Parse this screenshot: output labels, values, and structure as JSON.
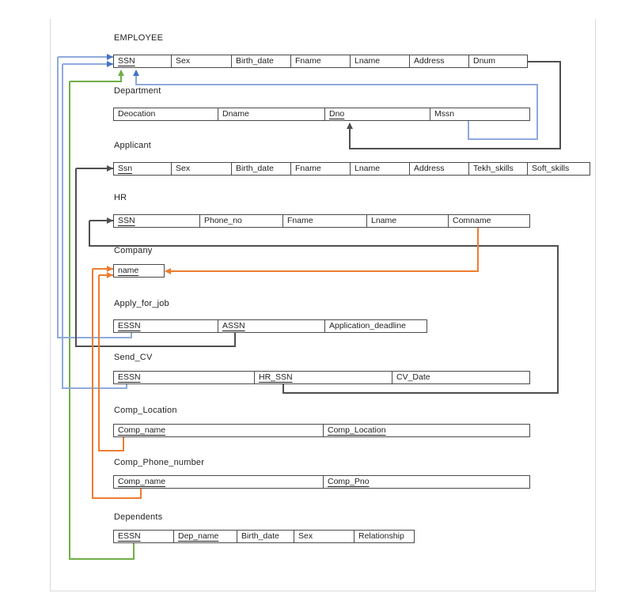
{
  "diagram": {
    "kind": "relational-schema-mapping",
    "tables": [
      {
        "id": "employee",
        "name": "EMPLOYEE",
        "columns": [
          {
            "label": "SSN",
            "key": true
          },
          {
            "label": "Sex",
            "key": false
          },
          {
            "label": "Birth_date",
            "key": false
          },
          {
            "label": "Fname",
            "key": false
          },
          {
            "label": "Lname",
            "key": false
          },
          {
            "label": "Address",
            "key": false
          },
          {
            "label": "Dnum",
            "key": false
          }
        ]
      },
      {
        "id": "department",
        "name": "Department",
        "columns": [
          {
            "label": "Deocation",
            "key": false
          },
          {
            "label": "Dname",
            "key": false
          },
          {
            "label": "Dno",
            "key": true
          },
          {
            "label": "Mssn",
            "key": false
          }
        ]
      },
      {
        "id": "applicant",
        "name": "Applicant",
        "columns": [
          {
            "label": "Ssn",
            "key": true
          },
          {
            "label": "Sex",
            "key": false
          },
          {
            "label": "Birth_date",
            "key": false
          },
          {
            "label": "Fname",
            "key": false
          },
          {
            "label": "Lname",
            "key": false
          },
          {
            "label": "Address",
            "key": false
          },
          {
            "label": "Tekh_skills",
            "key": false
          },
          {
            "label": "Soft_skills",
            "key": false
          }
        ]
      },
      {
        "id": "hr",
        "name": "HR",
        "columns": [
          {
            "label": "SSN",
            "key": true
          },
          {
            "label": "Phone_no",
            "key": false
          },
          {
            "label": "Fname",
            "key": false
          },
          {
            "label": "Lname",
            "key": false
          },
          {
            "label": "Comname",
            "key": false
          }
        ]
      },
      {
        "id": "company",
        "name": "Company",
        "columns": [
          {
            "label": "name",
            "key": true
          }
        ]
      },
      {
        "id": "apply_for_job",
        "name": "Apply_for_job",
        "columns": [
          {
            "label": "ESSN",
            "key": true
          },
          {
            "label": "ASSN",
            "key": true
          },
          {
            "label": "Application_deadline",
            "key": false
          }
        ]
      },
      {
        "id": "send_cv",
        "name": "Send_CV",
        "columns": [
          {
            "label": "ESSN",
            "key": true
          },
          {
            "label": "HR_SSN",
            "key": true
          },
          {
            "label": "CV_Date",
            "key": false
          }
        ]
      },
      {
        "id": "comp_location",
        "name": "Comp_Location",
        "columns": [
          {
            "label": "Comp_name",
            "key": true
          },
          {
            "label": "Comp_Location",
            "key": true
          }
        ]
      },
      {
        "id": "comp_phone_number",
        "name": "Comp_Phone_number",
        "columns": [
          {
            "label": "Comp_name",
            "key": true
          },
          {
            "label": "Comp_Pno",
            "key": true
          }
        ]
      },
      {
        "id": "dependents",
        "name": "Dependents",
        "columns": [
          {
            "label": "ESSN",
            "key": true
          },
          {
            "label": "Dep_name",
            "key": true
          },
          {
            "label": "Birth_date",
            "key": false
          },
          {
            "label": "Sex",
            "key": false
          },
          {
            "label": "Relationship",
            "key": false
          }
        ]
      }
    ],
    "relationships": [
      {
        "id": "dnum_to_dno",
        "from": "EMPLOYEE.Dnum",
        "to": "Department.Dno",
        "color": "black"
      },
      {
        "id": "mssn_to_ssn",
        "from": "Department.Mssn",
        "to": "EMPLOYEE.SSN",
        "color": "blue"
      },
      {
        "id": "dependents_essn_to_employee_ssn",
        "from": "Dependents.ESSN",
        "to": "EMPLOYEE.SSN",
        "color": "green"
      },
      {
        "id": "apply_essn_to_employee_ssn",
        "from": "Apply_for_job.ESSN",
        "to": "EMPLOYEE.SSN",
        "color": "blue"
      },
      {
        "id": "sendcv_essn_to_employee_ssn",
        "from": "Send_CV.ESSN",
        "to": "EMPLOYEE.SSN",
        "color": "blue"
      },
      {
        "id": "assn_to_applicant_ssn",
        "from": "Apply_for_job.ASSN",
        "to": "Applicant.Ssn",
        "color": "black"
      },
      {
        "id": "hrssn_to_hr_ssn",
        "from": "Send_CV.HR_SSN",
        "to": "HR.SSN",
        "color": "black"
      },
      {
        "id": "comname_to_company_name",
        "from": "HR.Comname",
        "to": "Company.name",
        "color": "orange"
      },
      {
        "id": "comploc_to_company_name",
        "from": "Comp_Location.Comp_name",
        "to": "Company.name",
        "color": "orange"
      },
      {
        "id": "compphone_to_company_name",
        "from": "Comp_Phone_number.Comp_name",
        "to": "Company.name",
        "color": "orange"
      }
    ],
    "colors": {
      "black_line": "#4f4f4f",
      "blue_line": "#8faadc",
      "blue_arrow": "#4472c4",
      "green_line": "#70ad47",
      "orange_line": "#ed7d31",
      "table_border": "#4a4a4a",
      "page_border": "#d9d9d9",
      "text": "#1f1f1f"
    }
  }
}
